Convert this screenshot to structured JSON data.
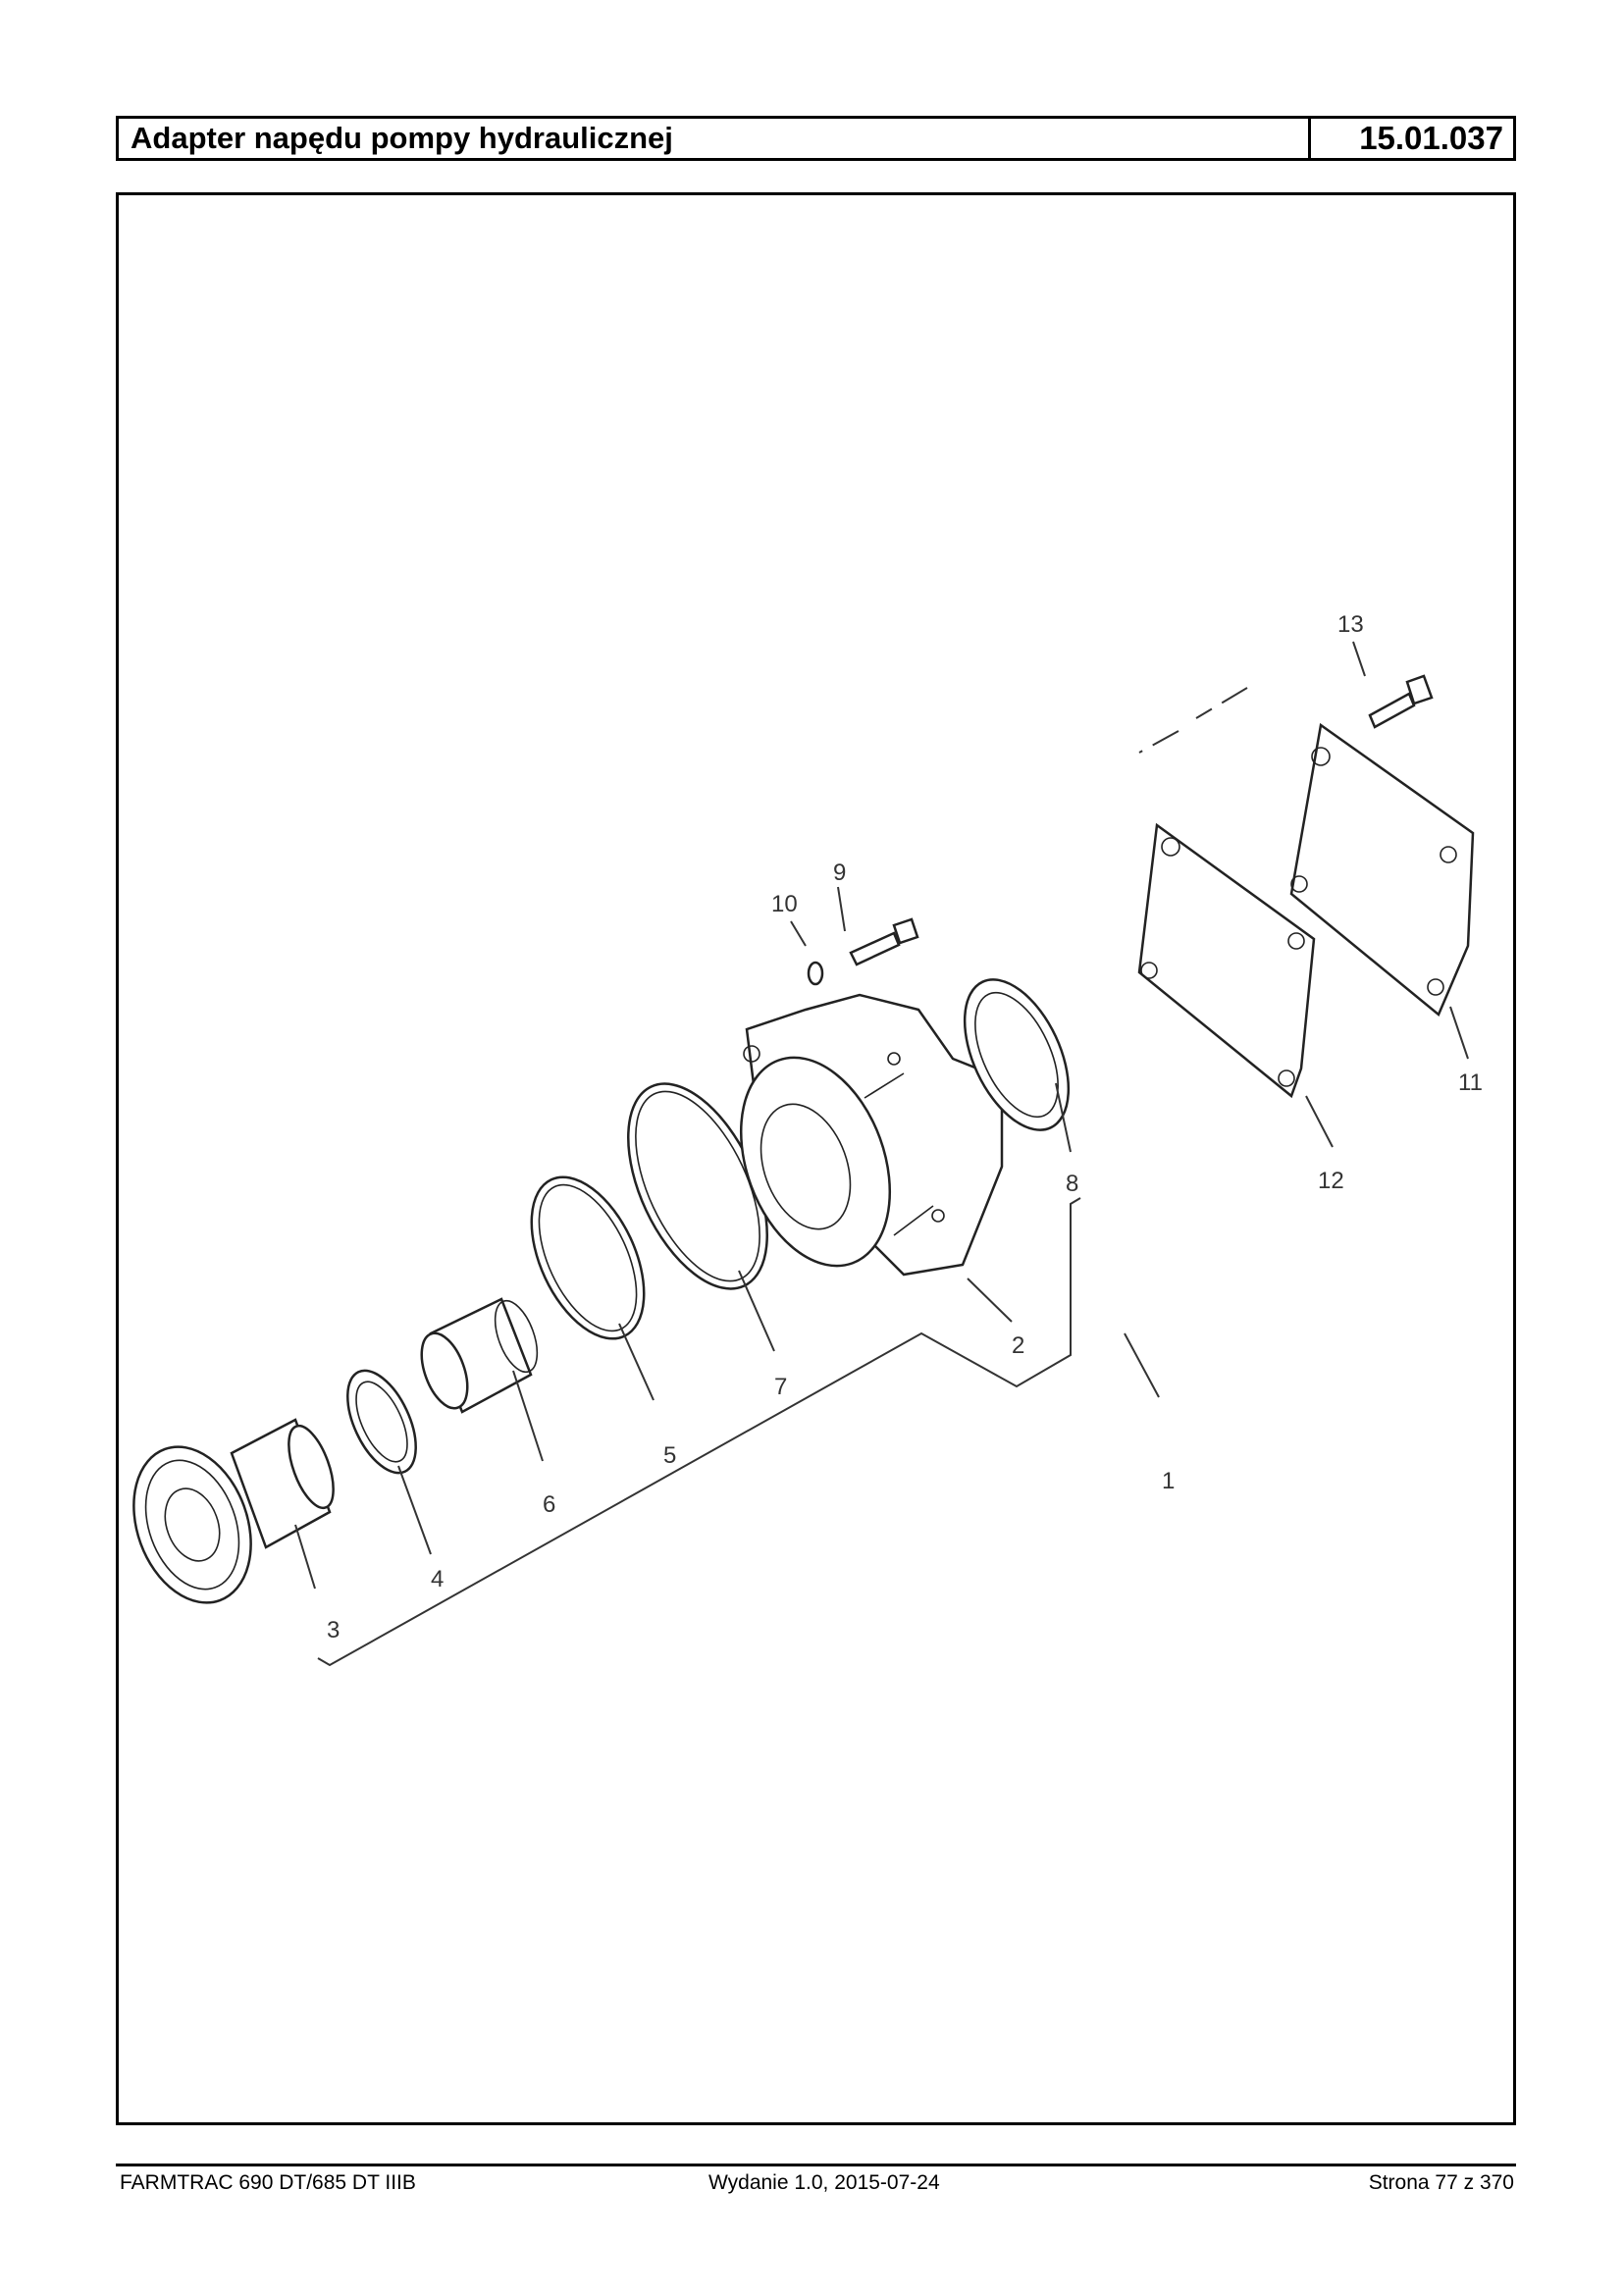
{
  "header": {
    "title": "Adapter napędu pompy hydraulicznej",
    "code": "15.01.037"
  },
  "diagram": {
    "callouts": [
      "1",
      "2",
      "3",
      "4",
      "5",
      "6",
      "7",
      "8",
      "9",
      "10",
      "11",
      "12",
      "13"
    ]
  },
  "footer": {
    "model": "FARMTRAC 690 DT/685 DT IIIB",
    "edition": "Wydanie 1.0,  2015-07-24",
    "page": "Strona 77 z 370"
  }
}
